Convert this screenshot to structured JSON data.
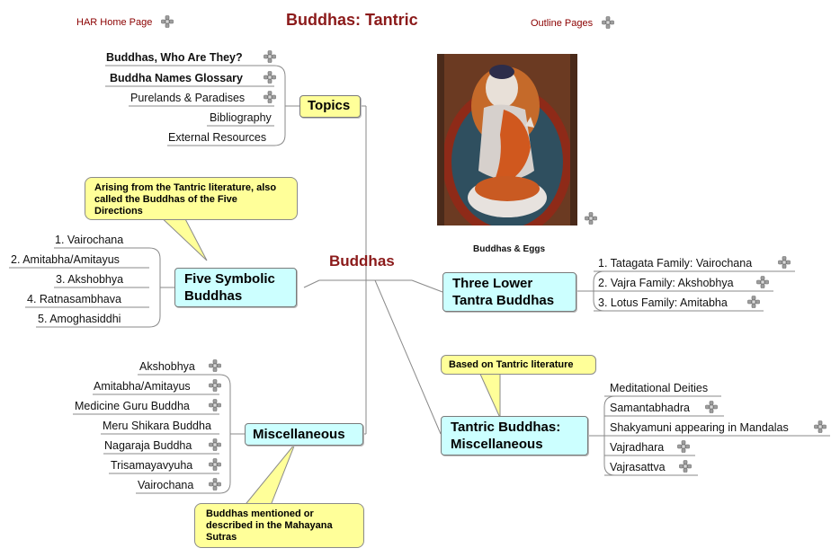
{
  "header": {
    "home_link": "HAR Home Page",
    "title": "Buddhas: Tantric",
    "outline_link": "Outline Pages"
  },
  "center": {
    "label": "Buddhas"
  },
  "picture": {
    "caption": "Buddhas & Eggs"
  },
  "topics": {
    "label": "Topics",
    "items": [
      "Buddhas, Who Are They?",
      "Buddha Names Glossary",
      "Purelands & Paradises",
      "Bibliography",
      "External Resources"
    ]
  },
  "five_symbolic": {
    "label_line1": "Five Symbolic",
    "label_line2": "Buddhas",
    "callout": "Arising from the Tantric literature, also called the Buddhas of the Five Directions",
    "items": [
      "1. Vairochana",
      "2. Amitabha/Amitayus",
      "3. Akshobhya",
      "4. Ratnasambhava",
      "5. Amoghasiddhi"
    ]
  },
  "miscellaneous": {
    "label": "Miscellaneous",
    "callout": "Buddhas mentioned or described in the Mahayana Sutras",
    "items": [
      "Akshobhya",
      "Amitabha/Amitayus",
      "Medicine Guru Buddha",
      "Meru Shikara Buddha",
      "Nagaraja Buddha",
      "Trisamayavyuha",
      "Vairochana"
    ]
  },
  "three_lower": {
    "label_line1": "Three Lower",
    "label_line2": "Tantra Buddhas",
    "items": [
      "1. Tatagata Family: Vairochana",
      "2. Vajra Family: Akshobhya",
      "3. Lotus Family: Amitabha"
    ]
  },
  "tantric_misc": {
    "label_line1": "Tantric Buddhas:",
    "label_line2": "Miscellaneous",
    "callout": "Based on Tantric literature",
    "items": [
      "Meditational Deities",
      "Samantabhadra",
      "Shakyamuni appearing in Mandalas",
      "Vajradhara",
      "Vajrasattva"
    ]
  },
  "colors": {
    "title": "#8b1a1a",
    "yellow_box": "#ffff99",
    "cyan_box": "#ccffff",
    "lines": "#8a8a8a"
  },
  "icons": {
    "link": "link-knot-icon"
  }
}
